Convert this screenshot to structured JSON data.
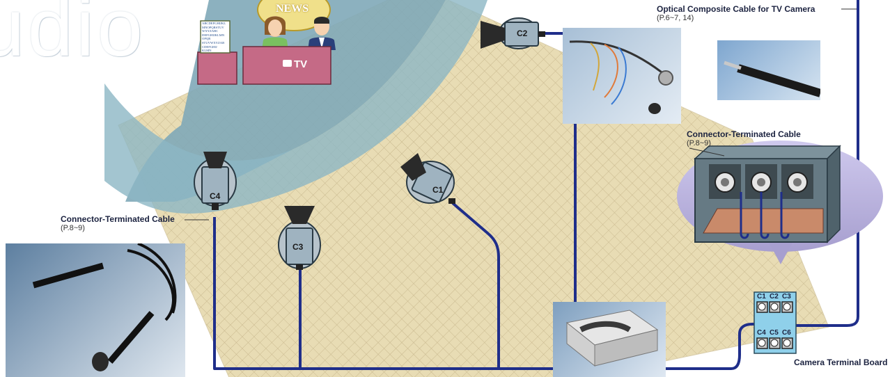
{
  "background_word": "udio",
  "studio": {
    "news_sign": "NEWS",
    "desk_label": "TV",
    "board_lines": [
      "ABCDEFGHIJKL",
      "MNOPQRSTUV",
      "WXYZABC",
      "DEFGHIJKLMN",
      "OPQR",
      "STUVWXYZAB",
      "CDEFGHIJ",
      "KLMN"
    ]
  },
  "cameras": [
    "C1",
    "C2",
    "C3",
    "C4"
  ],
  "labels": {
    "optical_cable": {
      "title": "Optical Composite Cable for TV Camera",
      "pages": "(P.6~7, 14)"
    },
    "connector_right": {
      "title": "Connector-Terminated Cable",
      "pages": "(P.8~9)"
    },
    "connector_left": {
      "title": "Connector-Terminated Cable",
      "pages": "(P.8~9)"
    },
    "terminal_board": {
      "title": "Camera Terminal Board"
    }
  },
  "terminal_board": {
    "ports": [
      "C1",
      "C2",
      "C3",
      "C4",
      "C5",
      "C6"
    ]
  },
  "colors": {
    "cable": "#1f2e8a",
    "floor": "#e8dcb4",
    "floor_grid": "#c9b98f",
    "studio_area": "#7faab8",
    "desk": "#c56a86",
    "zoom_bubble": "#b9b2da",
    "board": "#8fd0ea"
  }
}
